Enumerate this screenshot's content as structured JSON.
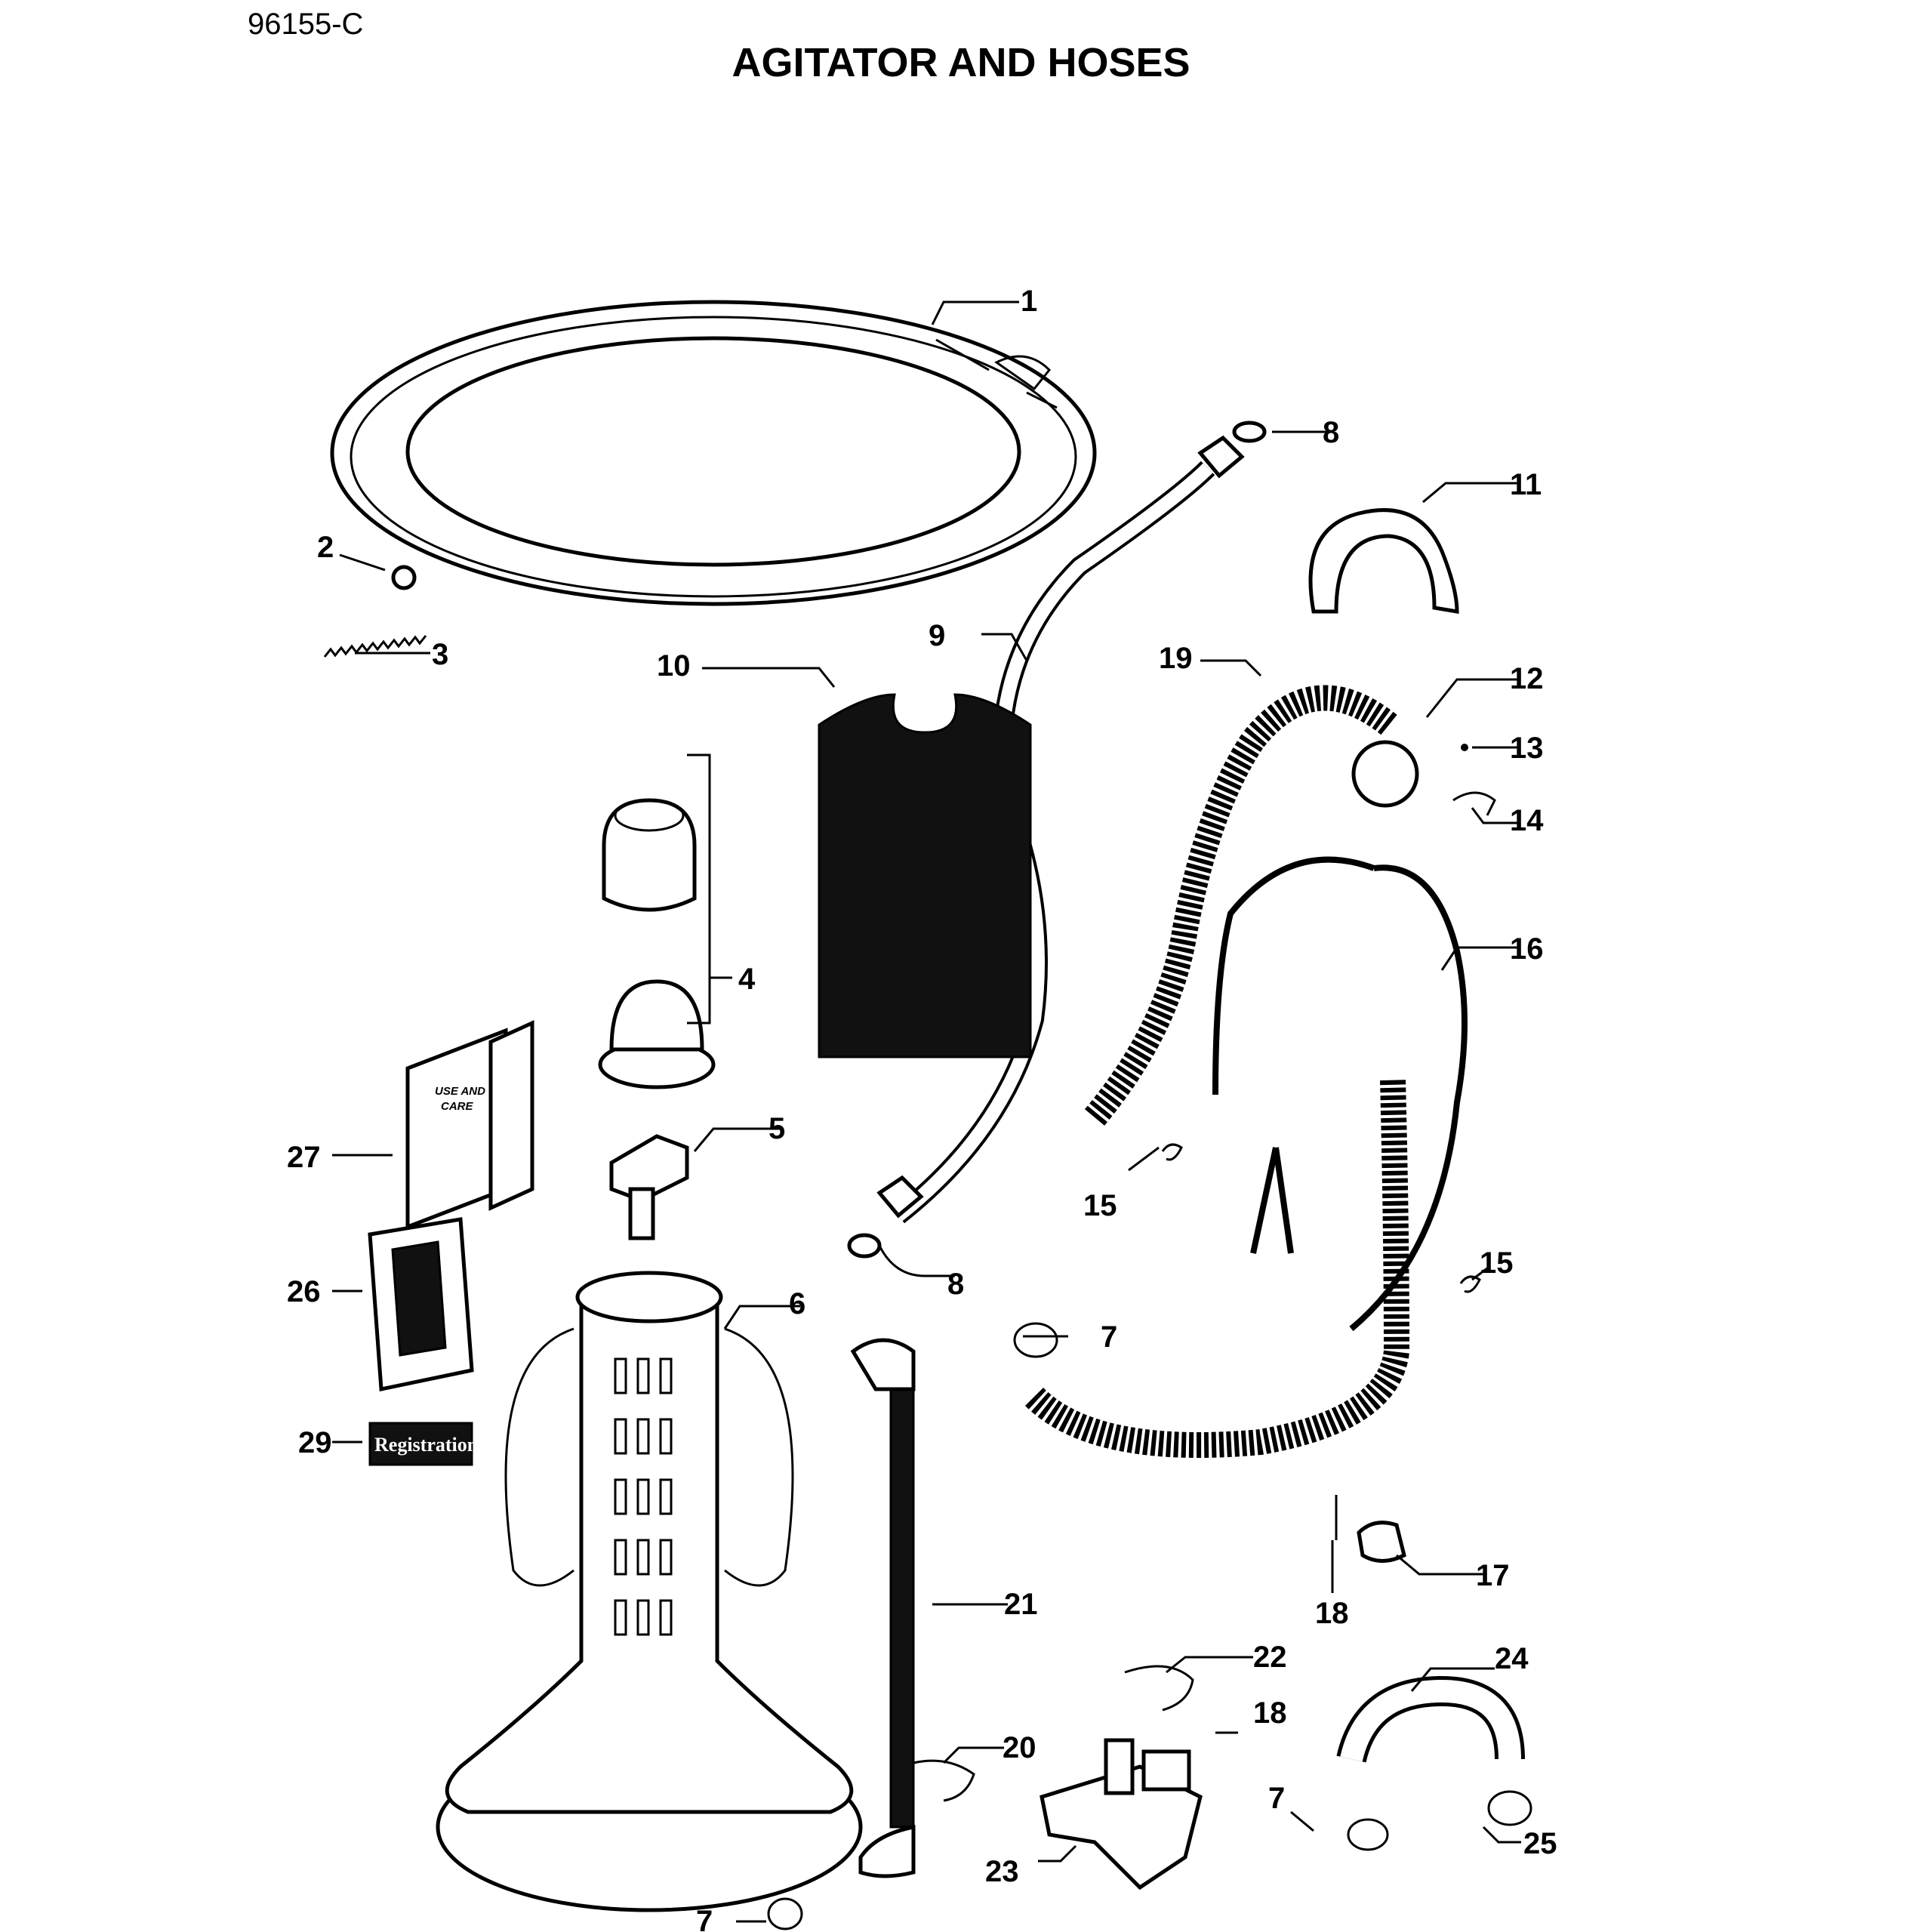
{
  "header": {
    "code": "96155-C",
    "title": "AGITATOR AND HOSES"
  },
  "callouts": {
    "c1": "1",
    "c2": "2",
    "c3": "3",
    "c4": "4",
    "c5": "5",
    "c6": "6",
    "c7a": "7",
    "c7b": "7",
    "c7c": "7",
    "c8a": "8",
    "c8b": "8",
    "c9": "9",
    "c10": "10",
    "c11": "11",
    "c12": "12",
    "c13": "13",
    "c14": "14",
    "c15a": "15",
    "c15b": "15",
    "c16": "16",
    "c17": "17",
    "c18a": "18",
    "c18b": "18",
    "c19": "19",
    "c20": "20",
    "c21": "21",
    "c22": "22",
    "c23": "23",
    "c24": "24",
    "c25": "25",
    "c26": "26",
    "c27": "27",
    "c29": "29"
  },
  "part_print": {
    "manual_line1": "USE AND",
    "manual_line2": "CARE",
    "registration": "Registration"
  }
}
